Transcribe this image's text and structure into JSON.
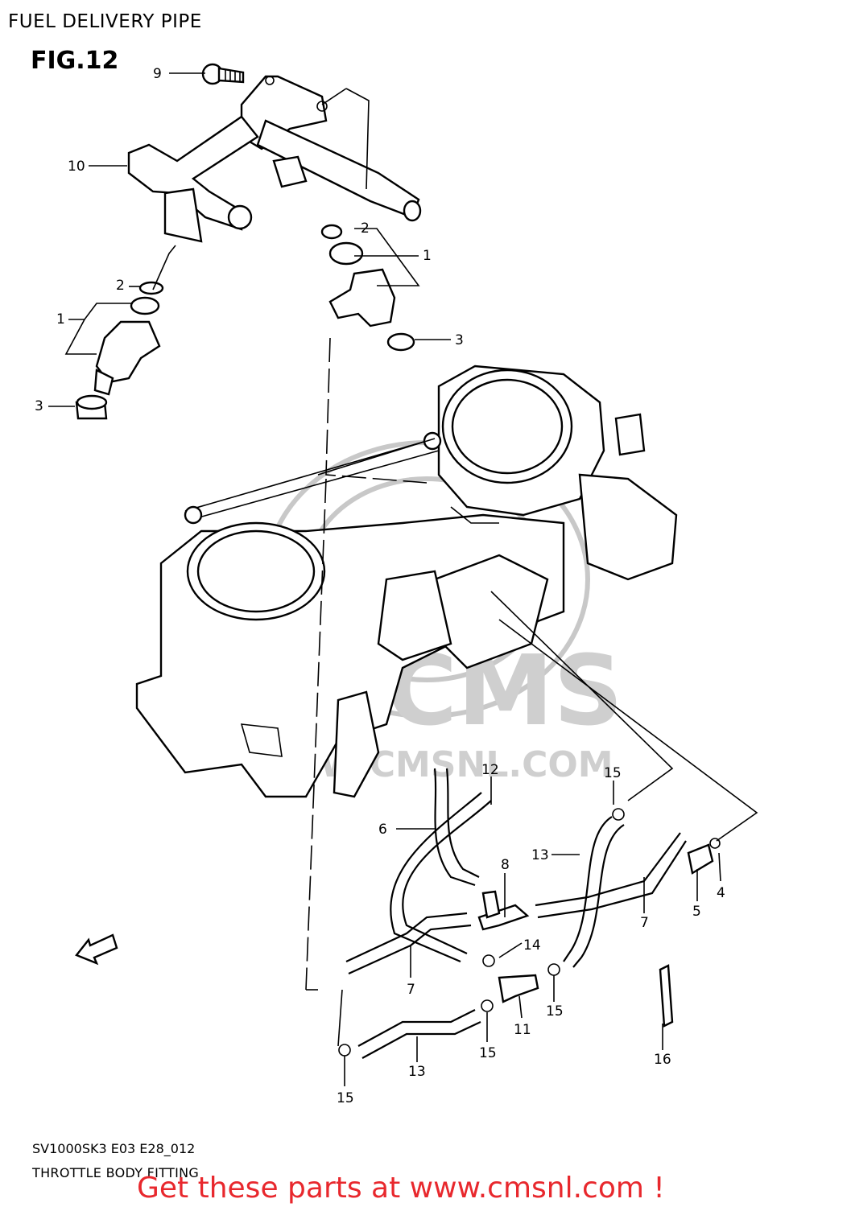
{
  "header": {
    "title": "FUEL DELIVERY PIPE",
    "figure": "FIG.12"
  },
  "watermark": {
    "brand": "CMS",
    "url": "WWW.CMSNL.COM"
  },
  "callouts": {
    "c9": "9",
    "c10": "10",
    "c2_left": "2",
    "c1_left": "1",
    "c3_left": "3",
    "c2_right": "2",
    "c1_right": "1",
    "c3_right": "3",
    "c12": "12",
    "c6": "6",
    "c15_a": "15",
    "c13_a": "13",
    "c8": "8",
    "c7_right": "7",
    "c5": "5",
    "c4": "4",
    "c14": "14",
    "c7_left": "7",
    "c15_b": "15",
    "c11": "11",
    "c15_c": "15",
    "c13_b": "13",
    "c15_d": "15",
    "c16": "16"
  },
  "footer": {
    "code": "SV1000SK3 E03 E28_012",
    "name": "THROTTLE BODY FITTING",
    "cta": "Get these parts at www.cmsnl.com !"
  },
  "colors": {
    "cta": "#e8282d",
    "line": "#000000",
    "watermark": "#c8c8c8"
  }
}
